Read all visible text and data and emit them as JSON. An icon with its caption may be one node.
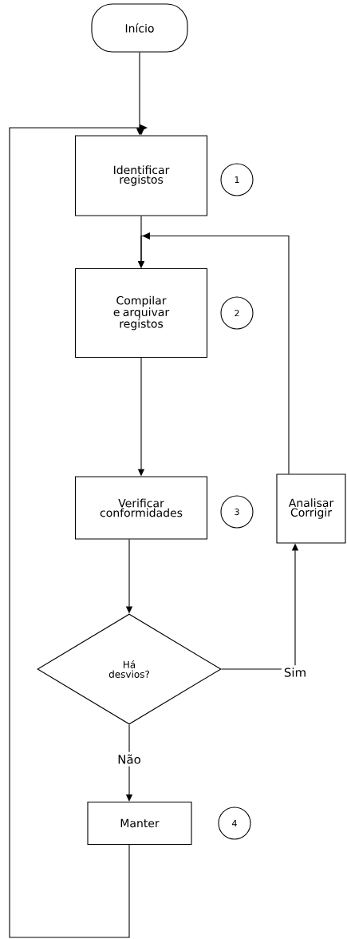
{
  "diagram": {
    "nodes": [
      {
        "text": [
          "Início"
        ]
      },
      {
        "text": [
          "Identificar registos"
        ]
      },
      {
        "text": [
          "1"
        ]
      },
      {
        "text": [
          "Compilar e arquivar registos"
        ]
      },
      {
        "text": [
          "2"
        ]
      },
      {
        "text": [
          "Verificar conformidades"
        ]
      },
      {
        "text": [
          "3"
        ]
      },
      {
        "text": [
          "Analisar Corrigir"
        ]
      },
      {
        "text": [
          "Há desvios?"
        ]
      },
      {
        "text": [
          "Manter"
        ]
      },
      {
        "text": [
          "4"
        ]
      }
    ],
    "edges": [
      {
        "from": 0,
        "to": 1,
        "arrow": "to"
      },
      {
        "from": 1,
        "to": 3,
        "arrow": "to"
      },
      {
        "from": 3,
        "to": 5,
        "arrow": "to"
      },
      {
        "from": 5,
        "to": 8,
        "arrow": "to"
      },
      {
        "from": 8,
        "to": 7,
        "arrow": "to",
        "label": "Sim"
      },
      {
        "from": 7,
        "to": 3,
        "arrow": "to"
      },
      {
        "from": 8,
        "to": 9,
        "arrow": "to",
        "label": "Não"
      },
      {
        "from": 9,
        "to": 1,
        "arrow": "to"
      }
    ]
  }
}
